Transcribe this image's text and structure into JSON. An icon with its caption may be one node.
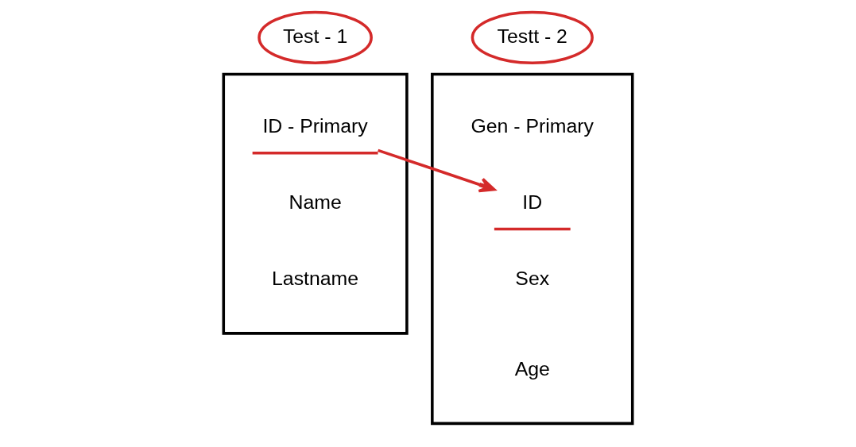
{
  "diagram": {
    "nodes": [
      {
        "text": [
          "Test - 1"
        ]
      },
      {
        "text": [],
        "shape": "box"
      },
      {
        "text": [
          "ID - Primary"
        ],
        "in": 1
      },
      {
        "text": [
          "Name"
        ],
        "in": 1
      },
      {
        "text": [
          "Lastname"
        ],
        "in": 1
      },
      {
        "text": [
          "Testt - 2"
        ]
      },
      {
        "text": [],
        "shape": "box"
      },
      {
        "text": [
          "Gen - Primary"
        ],
        "in": 6
      },
      {
        "text": [
          "ID"
        ],
        "in": 6
      },
      {
        "text": [
          "Sex"
        ],
        "in": 6
      },
      {
        "text": [
          "Age"
        ],
        "in": 6
      }
    ],
    "edges": [
      {
        "from": 2,
        "to": 8,
        "arrow": "to",
        "color": "#d42a2a"
      }
    ]
  }
}
